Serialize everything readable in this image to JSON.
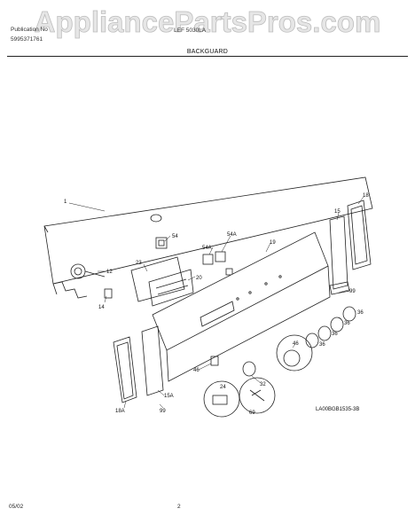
{
  "watermark": {
    "text": "AppliancePartsPros.com",
    "color": "#c9c9c9"
  },
  "header": {
    "publication_label": "Publication No",
    "publication_number": "5995371761",
    "model": "LEF 5030LA",
    "section_title": "BACKGUARD"
  },
  "callouts": [
    "1",
    "54",
    "12",
    "23",
    "14",
    "20",
    "54A",
    "54A",
    "19",
    "15",
    "18",
    "99",
    "36",
    "36",
    "36",
    "36",
    "46",
    "32",
    "46",
    "24",
    "69",
    "15A",
    "18A",
    "99"
  ],
  "diagram_code": "LA00BGB1535-3B",
  "footer": {
    "date": "05/02",
    "page": "2"
  }
}
